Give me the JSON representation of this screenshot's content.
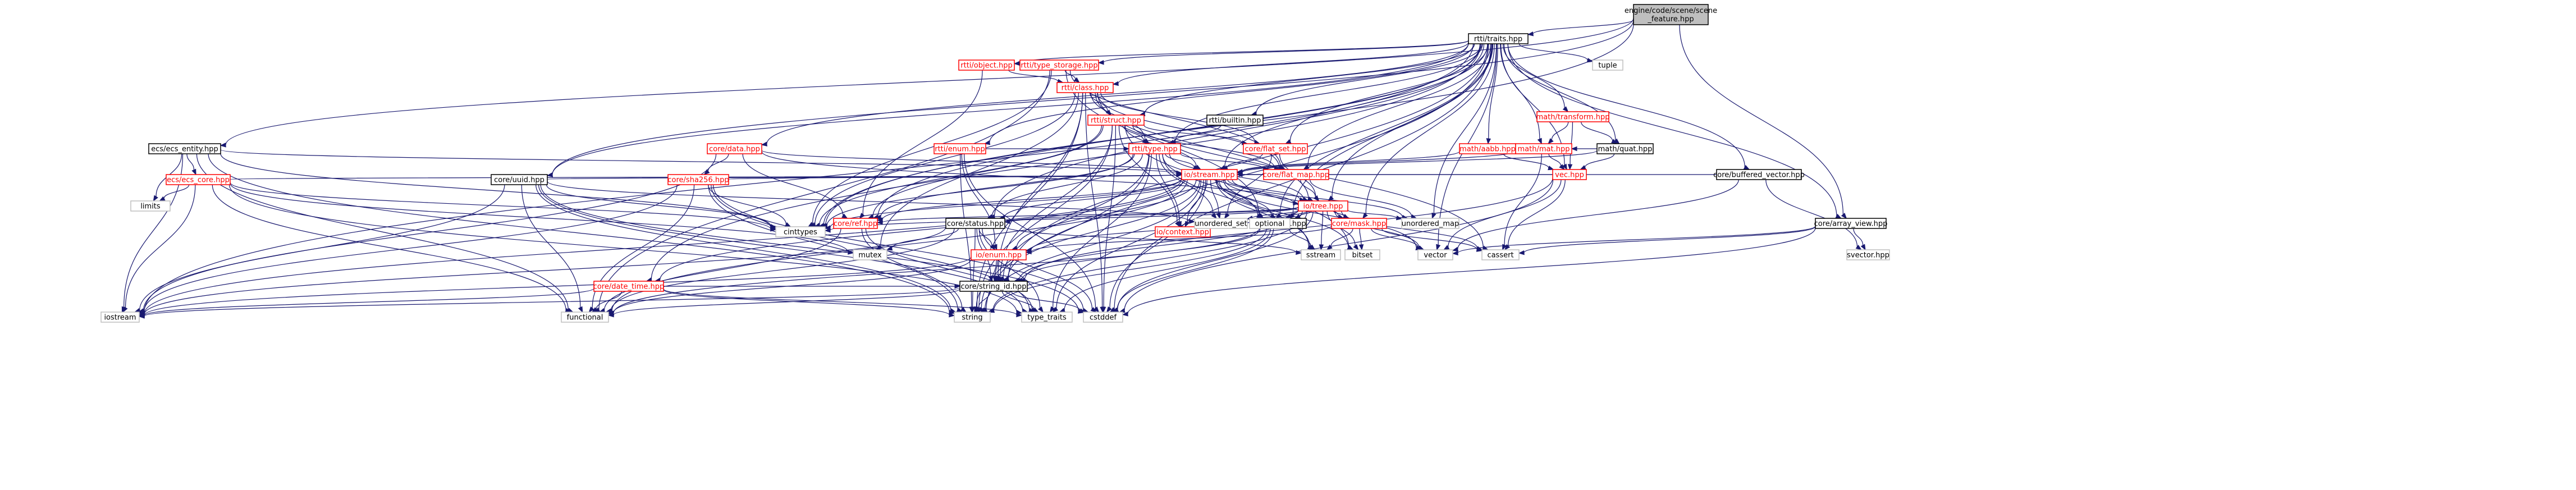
{
  "graph": {
    "title": "engine/code/scene/scene_feature.hpp include dependency graph",
    "colors": {
      "edge": "#191970",
      "root_fill": "#bfbfbf",
      "root_stroke": "#000000",
      "node_stroke_linked": "#000000",
      "node_stroke_plain": "#bfbfbf",
      "node_stroke_truncated": "#ff0000",
      "truncated_text": "#ff0000"
    },
    "nodes": [
      {
        "id": "root",
        "lines": [
          "engine/code/scene/scene",
          "_feature.hpp"
        ],
        "kind": "root"
      },
      {
        "id": "rtti_traits",
        "lines": [
          "rtti/traits.hpp"
        ],
        "kind": "linked"
      },
      {
        "id": "ecs_entity",
        "lines": [
          "ecs/ecs_entity.hpp"
        ],
        "kind": "linked"
      },
      {
        "id": "ecs_core",
        "lines": [
          "ecs/ecs_core.hpp"
        ],
        "kind": "truncated"
      },
      {
        "id": "core_uuid",
        "lines": [
          "core/uuid.hpp"
        ],
        "kind": "linked"
      },
      {
        "id": "core_sha256",
        "lines": [
          "core/sha256.hpp"
        ],
        "kind": "truncated"
      },
      {
        "id": "core_data",
        "lines": [
          "core/data.hpp"
        ],
        "kind": "truncated"
      },
      {
        "id": "rtti_enum",
        "lines": [
          "rtti/enum.hpp"
        ],
        "kind": "truncated"
      },
      {
        "id": "rtti_object",
        "lines": [
          "rtti/object.hpp"
        ],
        "kind": "truncated"
      },
      {
        "id": "rtti_type_storage",
        "lines": [
          "rtti/type_storage.hpp"
        ],
        "kind": "truncated"
      },
      {
        "id": "rtti_class",
        "lines": [
          "rtti/class.hpp"
        ],
        "kind": "truncated"
      },
      {
        "id": "rtti_struct",
        "lines": [
          "rtti/struct.hpp"
        ],
        "kind": "truncated"
      },
      {
        "id": "rtti_builtin",
        "lines": [
          "rtti/builtin.hpp"
        ],
        "kind": "linked"
      },
      {
        "id": "rtti_type",
        "lines": [
          "rtti/type.hpp"
        ],
        "kind": "truncated"
      },
      {
        "id": "core_flat_set",
        "lines": [
          "core/flat_set.hpp"
        ],
        "kind": "truncated"
      },
      {
        "id": "core_flat_map",
        "lines": [
          "core/flat_map.hpp"
        ],
        "kind": "truncated"
      },
      {
        "id": "math_aabb",
        "lines": [
          "math/aabb.hpp"
        ],
        "kind": "truncated"
      },
      {
        "id": "math_transform",
        "lines": [
          "math/transform.hpp"
        ],
        "kind": "truncated"
      },
      {
        "id": "math_mat",
        "lines": [
          "math/mat.hpp"
        ],
        "kind": "truncated"
      },
      {
        "id": "math_quat",
        "lines": [
          "math/quat.hpp"
        ],
        "kind": "linked"
      },
      {
        "id": "vec",
        "lines": [
          "vec.hpp"
        ],
        "kind": "truncated"
      },
      {
        "id": "tuple",
        "lines": [
          "tuple"
        ],
        "kind": "plain"
      },
      {
        "id": "core_buffered_vector",
        "lines": [
          "core/buffered_vector.hpp"
        ],
        "kind": "linked"
      },
      {
        "id": "core_array_view",
        "lines": [
          "core/array_view.hpp"
        ],
        "kind": "linked"
      },
      {
        "id": "io_stream",
        "lines": [
          "io/stream.hpp"
        ],
        "kind": "truncated"
      },
      {
        "id": "io_tree",
        "lines": [
          "io/tree.hpp"
        ],
        "kind": "truncated"
      },
      {
        "id": "core_status",
        "lines": [
          "core/status.hpp"
        ],
        "kind": "linked"
      },
      {
        "id": "core_ref",
        "lines": [
          "core/ref.hpp"
        ],
        "kind": "truncated"
      },
      {
        "id": "io_context",
        "lines": [
          "io/context.hpp"
        ],
        "kind": "truncated"
      },
      {
        "id": "core_log",
        "lines": [
          "core/log.hpp"
        ],
        "kind": "linked"
      },
      {
        "id": "core_mask",
        "lines": [
          "core/mask.hpp"
        ],
        "kind": "truncated"
      },
      {
        "id": "io_enum",
        "lines": [
          "io/enum.hpp"
        ],
        "kind": "truncated"
      },
      {
        "id": "core_date_time",
        "lines": [
          "core/date_time.hpp"
        ],
        "kind": "truncated"
      },
      {
        "id": "core_string_id",
        "lines": [
          "core/string_id.hpp"
        ],
        "kind": "linked"
      },
      {
        "id": "limits",
        "lines": [
          "limits"
        ],
        "kind": "plain"
      },
      {
        "id": "cinttypes",
        "lines": [
          "cinttypes"
        ],
        "kind": "plain"
      },
      {
        "id": "unordered_set",
        "lines": [
          "unordered_set"
        ],
        "kind": "plain"
      },
      {
        "id": "optional",
        "lines": [
          "optional"
        ],
        "kind": "plain"
      },
      {
        "id": "unordered_map",
        "lines": [
          "unordered_map"
        ],
        "kind": "plain"
      },
      {
        "id": "mutex",
        "lines": [
          "mutex"
        ],
        "kind": "plain"
      },
      {
        "id": "sstream",
        "lines": [
          "sstream"
        ],
        "kind": "plain"
      },
      {
        "id": "bitset",
        "lines": [
          "bitset"
        ],
        "kind": "plain"
      },
      {
        "id": "vector",
        "lines": [
          "vector"
        ],
        "kind": "plain"
      },
      {
        "id": "cassert",
        "lines": [
          "cassert"
        ],
        "kind": "plain"
      },
      {
        "id": "svector",
        "lines": [
          "svector.hpp"
        ],
        "kind": "plain"
      },
      {
        "id": "iostream",
        "lines": [
          "iostream"
        ],
        "kind": "plain"
      },
      {
        "id": "functional",
        "lines": [
          "functional"
        ],
        "kind": "plain"
      },
      {
        "id": "string",
        "lines": [
          "string"
        ],
        "kind": "plain"
      },
      {
        "id": "type_traits",
        "lines": [
          "type_traits"
        ],
        "kind": "plain"
      },
      {
        "id": "cstddef",
        "lines": [
          "cstddef"
        ],
        "kind": "plain"
      }
    ],
    "edges": [
      [
        "root",
        "rtti_traits"
      ],
      [
        "root",
        "ecs_entity"
      ],
      [
        "root",
        "core_uuid"
      ],
      [
        "root",
        "core_array_view"
      ],
      [
        "root",
        "cinttypes"
      ],
      [
        "ecs_entity",
        "ecs_core"
      ],
      [
        "ecs_entity",
        "limits"
      ],
      [
        "ecs_entity",
        "io_stream"
      ],
      [
        "ecs_entity",
        "cinttypes"
      ],
      [
        "ecs_entity",
        "iostream"
      ],
      [
        "ecs_entity",
        "functional"
      ],
      [
        "ecs_entity",
        "string"
      ],
      [
        "ecs_core",
        "limits"
      ],
      [
        "ecs_core",
        "io_stream"
      ],
      [
        "ecs_core",
        "cinttypes"
      ],
      [
        "ecs_core",
        "iostream"
      ],
      [
        "ecs_core",
        "functional"
      ],
      [
        "ecs_core",
        "type_traits"
      ],
      [
        "ecs_core",
        "mutex"
      ],
      [
        "core_uuid",
        "io_stream"
      ],
      [
        "core_uuid",
        "cinttypes"
      ],
      [
        "core_uuid",
        "iostream"
      ],
      [
        "core_uuid",
        "functional"
      ],
      [
        "core_uuid",
        "string"
      ],
      [
        "core_uuid",
        "type_traits"
      ],
      [
        "core_uuid",
        "cstddef"
      ],
      [
        "core_uuid",
        "unordered_set"
      ],
      [
        "rtti_traits",
        "tuple"
      ],
      [
        "rtti_traits",
        "rtti_object"
      ],
      [
        "rtti_traits",
        "rtti_type_storage"
      ],
      [
        "rtti_traits",
        "rtti_class"
      ],
      [
        "rtti_traits",
        "rtti_struct"
      ],
      [
        "rtti_traits",
        "rtti_enum"
      ],
      [
        "rtti_traits",
        "rtti_builtin"
      ],
      [
        "rtti_traits",
        "rtti_type"
      ],
      [
        "rtti_traits",
        "core_data"
      ],
      [
        "rtti_traits",
        "core_uuid"
      ],
      [
        "rtti_traits",
        "core_flat_set"
      ],
      [
        "rtti_traits",
        "core_flat_map"
      ],
      [
        "rtti_traits",
        "math_aabb"
      ],
      [
        "rtti_traits",
        "math_transform"
      ],
      [
        "rtti_traits",
        "math_mat"
      ],
      [
        "rtti_traits",
        "math_quat"
      ],
      [
        "rtti_traits",
        "vec"
      ],
      [
        "rtti_traits",
        "core_buffered_vector"
      ],
      [
        "rtti_traits",
        "core_array_view"
      ],
      [
        "rtti_traits",
        "io_stream"
      ],
      [
        "rtti_traits",
        "io_tree"
      ],
      [
        "rtti_traits",
        "core_status"
      ],
      [
        "rtti_traits",
        "core_ref"
      ],
      [
        "rtti_traits",
        "core_mask"
      ],
      [
        "rtti_traits",
        "core_log"
      ],
      [
        "rtti_traits",
        "core_string_id"
      ],
      [
        "rtti_traits",
        "core_date_time"
      ],
      [
        "rtti_traits",
        "optional"
      ],
      [
        "rtti_traits",
        "cinttypes"
      ],
      [
        "rtti_traits",
        "string"
      ],
      [
        "rtti_traits",
        "vector"
      ],
      [
        "rtti_traits",
        "unordered_map"
      ],
      [
        "rtti_traits",
        "cstddef"
      ],
      [
        "rtti_traits",
        "iostream"
      ],
      [
        "rtti_object",
        "rtti_class"
      ],
      [
        "rtti_object",
        "core_ref"
      ],
      [
        "rtti_type_storage",
        "rtti_class"
      ],
      [
        "rtti_type_storage",
        "core_flat_map"
      ],
      [
        "rtti_type_storage",
        "cinttypes"
      ],
      [
        "rtti_type_storage",
        "functional"
      ],
      [
        "rtti_type_storage",
        "optional"
      ],
      [
        "rtti_class",
        "rtti_struct"
      ],
      [
        "rtti_class",
        "rtti_type"
      ],
      [
        "rtti_class",
        "core_flat_set"
      ],
      [
        "rtti_class",
        "core_flat_map"
      ],
      [
        "rtti_class",
        "io_tree"
      ],
      [
        "rtti_class",
        "core_string_id"
      ],
      [
        "rtti_class",
        "cinttypes"
      ],
      [
        "rtti_class",
        "mutex"
      ],
      [
        "rtti_class",
        "cstddef"
      ],
      [
        "rtti_class",
        "string"
      ],
      [
        "rtti_class",
        "cassert"
      ],
      [
        "rtti_struct",
        "rtti_type"
      ],
      [
        "rtti_struct",
        "core_flat_set"
      ],
      [
        "rtti_struct",
        "core_flat_map"
      ],
      [
        "rtti_struct",
        "io_stream"
      ],
      [
        "rtti_struct",
        "io_context"
      ],
      [
        "rtti_struct",
        "cinttypes"
      ],
      [
        "rtti_struct",
        "core_string_id"
      ],
      [
        "rtti_struct",
        "string"
      ],
      [
        "rtti_struct",
        "bitset"
      ],
      [
        "rtti_struct",
        "cstddef"
      ],
      [
        "rtti_struct",
        "core_ref"
      ],
      [
        "rtti_enum",
        "rtti_type"
      ],
      [
        "rtti_enum",
        "io_enum"
      ],
      [
        "rtti_enum",
        "string"
      ],
      [
        "rtti_enum",
        "cstddef"
      ],
      [
        "rtti_builtin",
        "rtti_type"
      ],
      [
        "rtti_type",
        "io_stream"
      ],
      [
        "rtti_type",
        "io_tree"
      ],
      [
        "rtti_type",
        "core_flat_map"
      ],
      [
        "rtti_type",
        "core_ref"
      ],
      [
        "rtti_type",
        "cinttypes"
      ],
      [
        "rtti_type",
        "core_string_id"
      ],
      [
        "rtti_type",
        "string"
      ],
      [
        "rtti_type",
        "unordered_set"
      ],
      [
        "rtti_type",
        "optional"
      ],
      [
        "rtti_type",
        "sstream"
      ],
      [
        "rtti_type",
        "type_traits"
      ],
      [
        "rtti_type",
        "io_context"
      ],
      [
        "rtti_type",
        "core_status"
      ],
      [
        "core_flat_set",
        "io_stream"
      ],
      [
        "core_flat_set",
        "io_tree"
      ],
      [
        "core_flat_set",
        "unordered_set"
      ],
      [
        "core_flat_map",
        "io_stream"
      ],
      [
        "core_flat_map",
        "io_tree"
      ],
      [
        "core_flat_map",
        "unordered_map"
      ],
      [
        "core_data",
        "core_sha256"
      ],
      [
        "core_data",
        "io_stream"
      ],
      [
        "core_data",
        "io_tree"
      ],
      [
        "core_data",
        "core_ref"
      ],
      [
        "core_data",
        "iostream"
      ],
      [
        "core_sha256",
        "io_stream"
      ],
      [
        "core_sha256",
        "cinttypes"
      ],
      [
        "core_sha256",
        "string"
      ],
      [
        "core_sha256",
        "functional"
      ],
      [
        "core_sha256",
        "type_traits"
      ],
      [
        "core_sha256",
        "cstddef"
      ],
      [
        "core_sha256",
        "iostream"
      ],
      [
        "math_aabb",
        "math_mat"
      ],
      [
        "math_aabb",
        "vec"
      ],
      [
        "math_aabb",
        "io_stream"
      ],
      [
        "math_transform",
        "math_mat"
      ],
      [
        "math_transform",
        "math_quat"
      ],
      [
        "math_transform",
        "vec"
      ],
      [
        "math_mat",
        "vec"
      ],
      [
        "math_mat",
        "io_stream"
      ],
      [
        "math_mat",
        "cassert"
      ],
      [
        "math_quat",
        "math_mat"
      ],
      [
        "math_quat",
        "vec"
      ],
      [
        "math_quat",
        "io_stream"
      ],
      [
        "vec",
        "io_stream"
      ],
      [
        "vec",
        "cassert"
      ],
      [
        "vec",
        "cstddef"
      ],
      [
        "vec",
        "vector"
      ],
      [
        "vec",
        "core_string_id"
      ],
      [
        "core_buffered_vector",
        "io_stream"
      ],
      [
        "core_buffered_vector",
        "svector"
      ],
      [
        "core_buffered_vector",
        "vector"
      ],
      [
        "core_array_view",
        "cassert"
      ],
      [
        "core_array_view",
        "svector"
      ],
      [
        "core_array_view",
        "vector"
      ],
      [
        "core_array_view",
        "cstddef"
      ],
      [
        "io_stream",
        "io_tree"
      ],
      [
        "io_stream",
        "core_status"
      ],
      [
        "io_stream",
        "core_ref"
      ],
      [
        "io_stream",
        "io_context"
      ],
      [
        "io_stream",
        "core_log"
      ],
      [
        "io_stream",
        "core_mask"
      ],
      [
        "io_stream",
        "io_enum"
      ],
      [
        "io_stream",
        "core_date_time"
      ],
      [
        "io_stream",
        "core_string_id"
      ],
      [
        "io_stream",
        "cinttypes"
      ],
      [
        "io_stream",
        "unordered_set"
      ],
      [
        "io_stream",
        "optional"
      ],
      [
        "io_stream",
        "unordered_map"
      ],
      [
        "io_stream",
        "sstream"
      ],
      [
        "io_stream",
        "bitset"
      ],
      [
        "io_stream",
        "vector"
      ],
      [
        "io_stream",
        "iostream"
      ],
      [
        "io_stream",
        "functional"
      ],
      [
        "io_stream",
        "string"
      ],
      [
        "io_stream",
        "type_traits"
      ],
      [
        "io_stream",
        "cstddef"
      ],
      [
        "io_tree",
        "core_status"
      ],
      [
        "io_tree",
        "core_ref"
      ],
      [
        "io_tree",
        "io_context"
      ],
      [
        "io_tree",
        "core_log"
      ],
      [
        "io_tree",
        "core_mask"
      ],
      [
        "io_tree",
        "io_enum"
      ],
      [
        "io_tree",
        "core_string_id"
      ],
      [
        "io_tree",
        "cinttypes"
      ],
      [
        "io_tree",
        "unordered_set"
      ],
      [
        "io_tree",
        "optional"
      ],
      [
        "io_tree",
        "unordered_map"
      ],
      [
        "io_tree",
        "sstream"
      ],
      [
        "io_tree",
        "bitset"
      ],
      [
        "io_tree",
        "vector"
      ],
      [
        "io_tree",
        "cassert"
      ],
      [
        "io_tree",
        "string"
      ],
      [
        "io_tree",
        "cstddef"
      ],
      [
        "core_status",
        "io_enum"
      ],
      [
        "core_status",
        "core_string_id"
      ],
      [
        "core_status",
        "mutex"
      ],
      [
        "core_status",
        "sstream"
      ],
      [
        "core_status",
        "string"
      ],
      [
        "core_status",
        "functional"
      ],
      [
        "core_status",
        "type_traits"
      ],
      [
        "core_status",
        "iostream"
      ],
      [
        "core_status",
        "cstddef"
      ],
      [
        "core_ref",
        "type_traits"
      ],
      [
        "core_ref",
        "functional"
      ],
      [
        "core_ref",
        "string"
      ],
      [
        "core_log",
        "core_string_id"
      ],
      [
        "core_log",
        "string"
      ],
      [
        "core_log",
        "sstream"
      ],
      [
        "core_log",
        "cstddef"
      ],
      [
        "core_log",
        "functional"
      ],
      [
        "core_log",
        "type_traits"
      ],
      [
        "core_mask",
        "sstream"
      ],
      [
        "core_mask",
        "bitset"
      ],
      [
        "core_mask",
        "vector"
      ],
      [
        "core_mask",
        "cassert"
      ],
      [
        "core_mask",
        "io_enum"
      ],
      [
        "io_enum",
        "core_string_id"
      ],
      [
        "io_enum",
        "string"
      ],
      [
        "io_enum",
        "iostream"
      ],
      [
        "io_enum",
        "functional"
      ],
      [
        "core_date_time",
        "core_string_id"
      ],
      [
        "core_date_time",
        "iostream"
      ],
      [
        "core_date_time",
        "functional"
      ],
      [
        "core_date_time",
        "string"
      ],
      [
        "core_date_time",
        "type_traits"
      ],
      [
        "core_string_id",
        "functional"
      ],
      [
        "core_string_id",
        "string"
      ],
      [
        "core_string_id",
        "cstddef"
      ],
      [
        "core_string_id",
        "type_traits"
      ],
      [
        "core_string_id",
        "iostream"
      ]
    ]
  }
}
